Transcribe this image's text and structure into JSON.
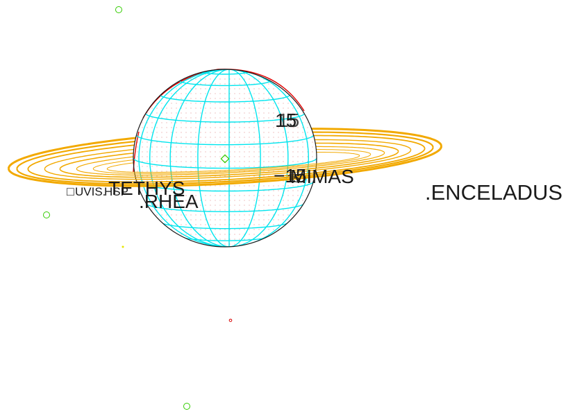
{
  "labels": {
    "tethys": "TETHYS",
    "rhea": ".RHEA",
    "mimas": "MIMAS",
    "enceladus": ".ENCELADUS",
    "uvis": "UVIS.",
    "hsp": "HSP",
    "hsp_box_glyph": "□",
    "lat_15": "15",
    "lat_minus_15": "−15",
    "lat_minus_15_small": "15"
  },
  "colors": {
    "background": "#ffffff",
    "ring": "#f2a900",
    "grid": "#00e5ee",
    "limb": "#1a1a1a",
    "terminator": "#e00000",
    "star_green": "#33cc00",
    "star_yellow": "#e6e600",
    "marker_red": "#d80000",
    "center_marker": "#33cc00",
    "text": "#1a1a1a"
  }
}
